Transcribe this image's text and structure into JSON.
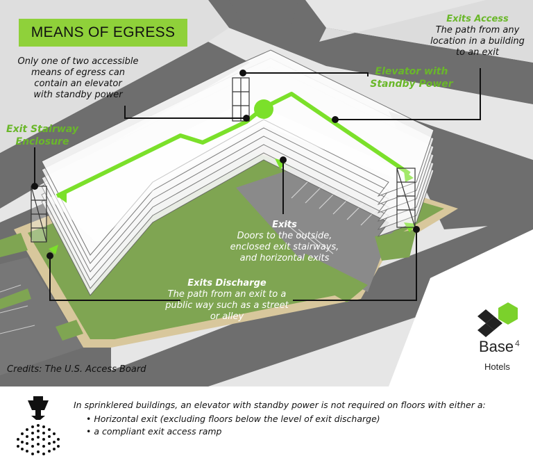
{
  "title": "MEANS OF EGRESS",
  "labels": {
    "only_one": [
      "Only one of two accessible",
      "means of egress can",
      "contain an elevator",
      "with standby power"
    ],
    "exits_access_title": "Exits Access",
    "exits_access_desc": [
      "The path from any",
      "location in a building",
      "to an exit"
    ],
    "elevator_title": [
      "Elevator with",
      "Standby Power"
    ],
    "stair_title": [
      "Exit Stairway",
      "Enclosure"
    ],
    "exits_title": "Exits",
    "exits_desc": [
      "Doors to the outside,",
      "enclosed exit stairways,",
      "and horizontal exits"
    ],
    "discharge_title": "Exits Discharge",
    "discharge_desc": [
      "The path from an exit to a",
      "public way such as a street",
      "or alley"
    ]
  },
  "credits": "Credits: The U.S. Access Board",
  "brand": {
    "name": "Base",
    "sup": "4",
    "sub": "Hotels"
  },
  "footer": {
    "intro": "In sprinklered buildings, an elevator with standby power is not required on floors with either a:",
    "bullets": [
      "Horizontal exit (excluding floors below the level of exit discharge)",
      "a compliant exit access ramp"
    ]
  },
  "colors": {
    "accent": "#8fd13a",
    "road": "#6b6b6b",
    "grass": "#78a04a",
    "path_line": "#7be02a"
  },
  "icons": [
    "sprinkler-icon",
    "base4-logo"
  ]
}
